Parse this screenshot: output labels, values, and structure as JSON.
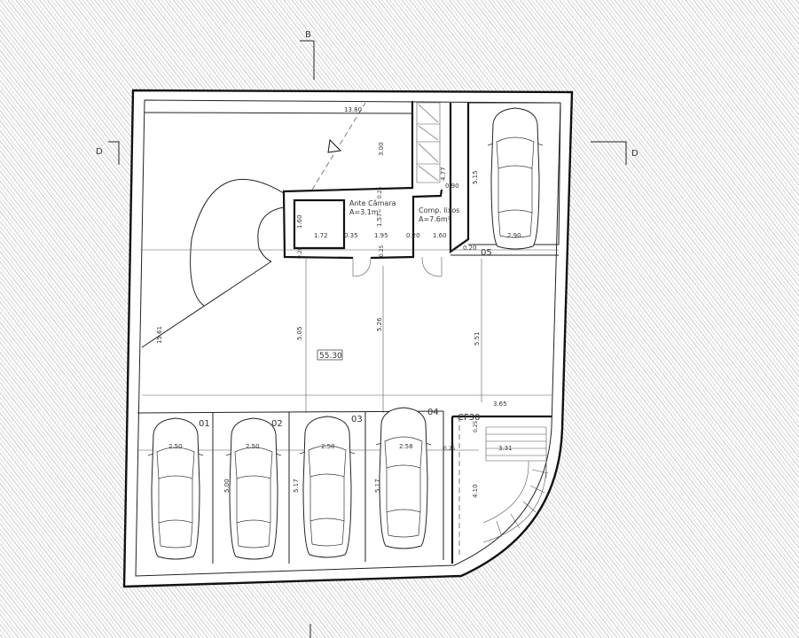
{
  "section_markers": {
    "top": "B",
    "left": "D",
    "right": "D"
  },
  "rooms": {
    "ante_camara": {
      "name": "Ante Câmara",
      "area": "A=3.1m²"
    },
    "comp_lixos": {
      "name": "Comp. lixos",
      "area": "A=7.6m²"
    }
  },
  "parking_spaces": [
    {
      "id": "01",
      "width": "2.50",
      "length": "5.00"
    },
    {
      "id": "02",
      "width": "2.50",
      "length": "5.17"
    },
    {
      "id": "03",
      "width": "2.50",
      "length": "5.17"
    },
    {
      "id": "04",
      "width": "2.58",
      "length": ""
    },
    {
      "id": "05",
      "width": "2.90",
      "length": "5.15"
    }
  ],
  "fire_door": "CF30",
  "main_area_label": "55.30",
  "dimensions": {
    "top_span": "13.80",
    "ramp_height": "3.00",
    "left_side": "15.61",
    "mid_1": "5.05",
    "mid_2": "5.26",
    "right_mid": "5.51",
    "stair_width": "3.65",
    "stair_depth": "4.10",
    "stair_landing": "3.31",
    "ante_w": "1.72",
    "ante_h": "1.60",
    "wall_035": "0.35",
    "lixos_w": "1.95",
    "wall_020a": "0.20",
    "lixos_w2": "1.60",
    "wall_020b": "0.20",
    "wall_157": "1.57",
    "wall_090": "0.90",
    "dim_477": "4.77",
    "dim_025a": "0.25",
    "dim_025b": "0.25",
    "dim_025c": "0.25",
    "dim_025d": "0.25",
    "dim_020c": "0.20"
  }
}
